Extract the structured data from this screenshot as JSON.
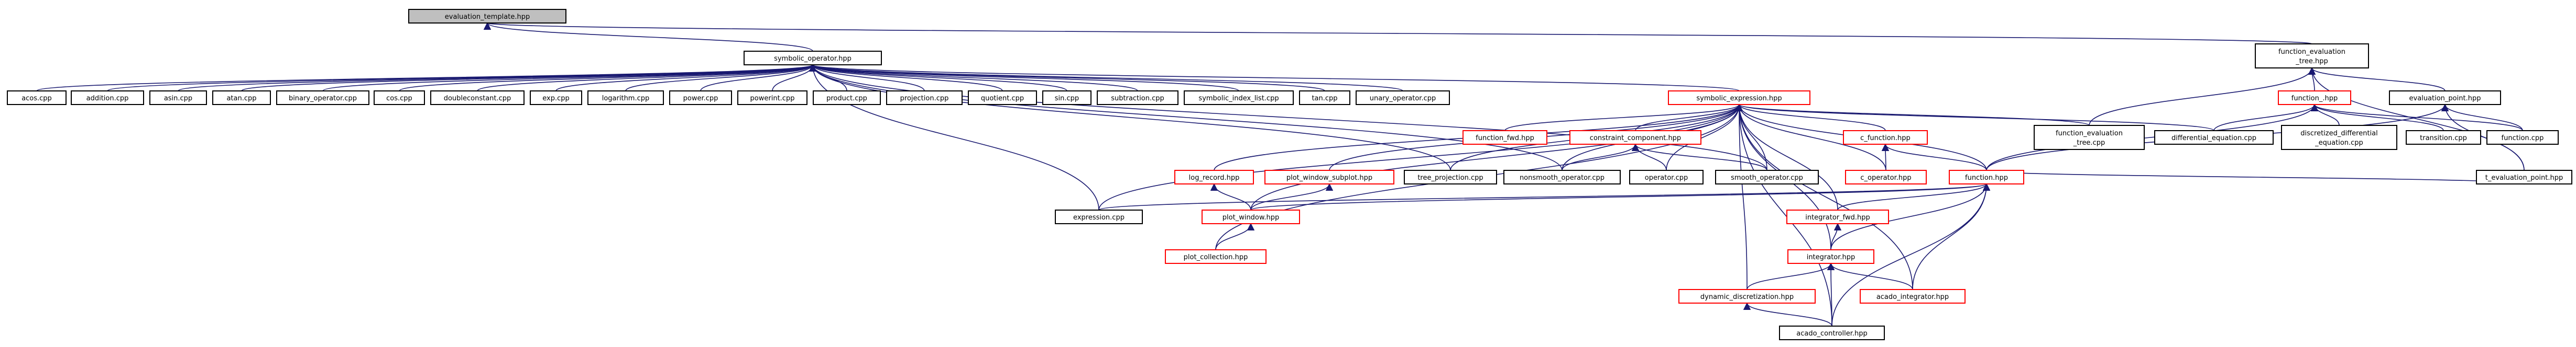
{
  "graph": {
    "nodes": [
      {
        "id": "evaluation_template",
        "lines": [
          "evaluation_template.hpp"
        ],
        "style": "root",
        "interactable": false
      },
      {
        "id": "symbolic_operator",
        "lines": [
          "symbolic_operator.hpp"
        ],
        "style": "black",
        "interactable": true
      },
      {
        "id": "function_evaluation_tree_hpp",
        "lines": [
          "function_evaluation",
          "_tree.hpp"
        ],
        "style": "black",
        "interactable": true
      },
      {
        "id": "acos",
        "lines": [
          "acos.cpp"
        ],
        "style": "black",
        "interactable": true
      },
      {
        "id": "addition",
        "lines": [
          "addition.cpp"
        ],
        "style": "black",
        "interactable": true
      },
      {
        "id": "asin",
        "lines": [
          "asin.cpp"
        ],
        "style": "black",
        "interactable": true
      },
      {
        "id": "atan",
        "lines": [
          "atan.cpp"
        ],
        "style": "black",
        "interactable": true
      },
      {
        "id": "binary_operator",
        "lines": [
          "binary_operator.cpp"
        ],
        "style": "black",
        "interactable": true
      },
      {
        "id": "cos",
        "lines": [
          "cos.cpp"
        ],
        "style": "black",
        "interactable": true
      },
      {
        "id": "doubleconstant",
        "lines": [
          "doubleconstant.cpp"
        ],
        "style": "black",
        "interactable": true
      },
      {
        "id": "exp",
        "lines": [
          "exp.cpp"
        ],
        "style": "black",
        "interactable": true
      },
      {
        "id": "logarithm",
        "lines": [
          "logarithm.cpp"
        ],
        "style": "black",
        "interactable": true
      },
      {
        "id": "power",
        "lines": [
          "power.cpp"
        ],
        "style": "black",
        "interactable": true
      },
      {
        "id": "powerint",
        "lines": [
          "powerint.cpp"
        ],
        "style": "black",
        "interactable": true
      },
      {
        "id": "product",
        "lines": [
          "product.cpp"
        ],
        "style": "black",
        "interactable": true
      },
      {
        "id": "projection",
        "lines": [
          "projection.cpp"
        ],
        "style": "black",
        "interactable": true
      },
      {
        "id": "quotient",
        "lines": [
          "quotient.cpp"
        ],
        "style": "black",
        "interactable": true
      },
      {
        "id": "sin",
        "lines": [
          "sin.cpp"
        ],
        "style": "black",
        "interactable": true
      },
      {
        "id": "subtraction",
        "lines": [
          "subtraction.cpp"
        ],
        "style": "black",
        "interactable": true
      },
      {
        "id": "symbolic_index_list",
        "lines": [
          "symbolic_index_list.cpp"
        ],
        "style": "black",
        "interactable": true
      },
      {
        "id": "tan",
        "lines": [
          "tan.cpp"
        ],
        "style": "black",
        "interactable": true
      },
      {
        "id": "unary_operator",
        "lines": [
          "unary_operator.cpp"
        ],
        "style": "black",
        "interactable": true
      },
      {
        "id": "symbolic_expression",
        "lines": [
          "symbolic_expression.hpp"
        ],
        "style": "red",
        "interactable": true
      },
      {
        "id": "function_hpp_top",
        "lines": [
          "function_.hpp"
        ],
        "style": "red",
        "interactable": true
      },
      {
        "id": "evaluation_point",
        "lines": [
          "evaluation_point.hpp"
        ],
        "style": "black",
        "interactable": true
      },
      {
        "id": "function_fwd",
        "lines": [
          "function_fwd.hpp"
        ],
        "style": "red",
        "interactable": true
      },
      {
        "id": "constraint_component",
        "lines": [
          "constraint_component.hpp"
        ],
        "style": "red",
        "interactable": true
      },
      {
        "id": "c_function",
        "lines": [
          "c_function.hpp"
        ],
        "style": "red",
        "interactable": true
      },
      {
        "id": "function_evaluation_tree_cpp",
        "lines": [
          "function_evaluation",
          "_tree.cpp"
        ],
        "style": "black",
        "interactable": true
      },
      {
        "id": "differential_equation",
        "lines": [
          "differential_equation.cpp"
        ],
        "style": "black",
        "interactable": true
      },
      {
        "id": "discretized_differential",
        "lines": [
          "discretized_differential",
          "_equation.cpp"
        ],
        "style": "black",
        "interactable": true
      },
      {
        "id": "transition",
        "lines": [
          "transition.cpp"
        ],
        "style": "black",
        "interactable": true
      },
      {
        "id": "function_cpp",
        "lines": [
          "function.cpp"
        ],
        "style": "black",
        "interactable": true
      },
      {
        "id": "t_evaluation_point",
        "lines": [
          "t_evaluation_point.hpp"
        ],
        "style": "black",
        "interactable": true
      },
      {
        "id": "log_record",
        "lines": [
          "log_record.hpp"
        ],
        "style": "red",
        "interactable": true
      },
      {
        "id": "plot_window_subplot",
        "lines": [
          "plot_window_subplot.hpp"
        ],
        "style": "red",
        "interactable": true
      },
      {
        "id": "tree_projection",
        "lines": [
          "tree_projection.cpp"
        ],
        "style": "black",
        "interactable": true
      },
      {
        "id": "nonsmooth_operator",
        "lines": [
          "nonsmooth_operator.cpp"
        ],
        "style": "black",
        "interactable": true
      },
      {
        "id": "operator_cpp",
        "lines": [
          "operator.cpp"
        ],
        "style": "black",
        "interactable": true
      },
      {
        "id": "smooth_operator",
        "lines": [
          "smooth_operator.cpp"
        ],
        "style": "black",
        "interactable": true
      },
      {
        "id": "c_operator",
        "lines": [
          "c_operator.hpp"
        ],
        "style": "red",
        "interactable": true
      },
      {
        "id": "function_hpp",
        "lines": [
          "function.hpp"
        ],
        "style": "red",
        "interactable": true
      },
      {
        "id": "expression_cpp",
        "lines": [
          "expression.cpp"
        ],
        "style": "black",
        "interactable": true
      },
      {
        "id": "plot_window",
        "lines": [
          "plot_window.hpp"
        ],
        "style": "red",
        "interactable": true
      },
      {
        "id": "integrator_fwd",
        "lines": [
          "integrator_fwd.hpp"
        ],
        "style": "red",
        "interactable": true
      },
      {
        "id": "plot_collection",
        "lines": [
          "plot_collection.hpp"
        ],
        "style": "red",
        "interactable": true
      },
      {
        "id": "integrator",
        "lines": [
          "integrator.hpp"
        ],
        "style": "red",
        "interactable": true
      },
      {
        "id": "dynamic_discretization",
        "lines": [
          "dynamic_discretization.hpp"
        ],
        "style": "red",
        "interactable": true
      },
      {
        "id": "acado_integrator",
        "lines": [
          "acado_integrator.hpp"
        ],
        "style": "red",
        "interactable": true
      },
      {
        "id": "acado_controller",
        "lines": [
          "acado_controller.hpp"
        ],
        "style": "black",
        "interactable": true
      }
    ],
    "edges": [
      [
        "evaluation_template",
        "symbolic_operator"
      ],
      [
        "evaluation_template",
        "function_evaluation_tree_hpp"
      ],
      [
        "symbolic_operator",
        "acos"
      ],
      [
        "symbolic_operator",
        "addition"
      ],
      [
        "symbolic_operator",
        "asin"
      ],
      [
        "symbolic_operator",
        "atan"
      ],
      [
        "symbolic_operator",
        "binary_operator"
      ],
      [
        "symbolic_operator",
        "cos"
      ],
      [
        "symbolic_operator",
        "doubleconstant"
      ],
      [
        "symbolic_operator",
        "exp"
      ],
      [
        "symbolic_operator",
        "logarithm"
      ],
      [
        "symbolic_operator",
        "power"
      ],
      [
        "symbolic_operator",
        "powerint"
      ],
      [
        "symbolic_operator",
        "product"
      ],
      [
        "symbolic_operator",
        "projection"
      ],
      [
        "symbolic_operator",
        "quotient"
      ],
      [
        "symbolic_operator",
        "sin"
      ],
      [
        "symbolic_operator",
        "subtraction"
      ],
      [
        "symbolic_operator",
        "symbolic_index_list"
      ],
      [
        "symbolic_operator",
        "tan"
      ],
      [
        "symbolic_operator",
        "unary_operator"
      ],
      [
        "symbolic_operator",
        "symbolic_expression"
      ],
      [
        "symbolic_operator",
        "expression_cpp"
      ],
      [
        "symbolic_operator",
        "tree_projection"
      ],
      [
        "symbolic_operator",
        "nonsmooth_operator"
      ],
      [
        "symbolic_operator",
        "smooth_operator"
      ],
      [
        "function_evaluation_tree_hpp",
        "function_hpp_top"
      ],
      [
        "function_evaluation_tree_hpp",
        "evaluation_point"
      ],
      [
        "function_evaluation_tree_hpp",
        "function_evaluation_tree_cpp"
      ],
      [
        "function_evaluation_tree_hpp",
        "t_evaluation_point"
      ],
      [
        "symbolic_expression",
        "function_fwd"
      ],
      [
        "symbolic_expression",
        "constraint_component"
      ],
      [
        "symbolic_expression",
        "c_function"
      ],
      [
        "symbolic_expression",
        "function_evaluation_tree_cpp"
      ],
      [
        "symbolic_expression",
        "differential_equation"
      ],
      [
        "symbolic_expression",
        "log_record"
      ],
      [
        "symbolic_expression",
        "plot_window_subplot"
      ],
      [
        "symbolic_expression",
        "tree_projection"
      ],
      [
        "symbolic_expression",
        "nonsmooth_operator"
      ],
      [
        "symbolic_expression",
        "operator_cpp"
      ],
      [
        "symbolic_expression",
        "smooth_operator"
      ],
      [
        "symbolic_expression",
        "c_operator"
      ],
      [
        "symbolic_expression",
        "function_hpp"
      ],
      [
        "symbolic_expression",
        "expression_cpp"
      ],
      [
        "symbolic_expression",
        "plot_window"
      ],
      [
        "symbolic_expression",
        "plot_collection"
      ],
      [
        "symbolic_expression",
        "integrator_fwd"
      ],
      [
        "symbolic_expression",
        "integrator"
      ],
      [
        "symbolic_expression",
        "dynamic_discretization"
      ],
      [
        "symbolic_expression",
        "acado_integrator"
      ],
      [
        "symbolic_expression",
        "acado_controller"
      ],
      [
        "function_hpp_top",
        "differential_equation"
      ],
      [
        "function_hpp_top",
        "discretized_differential"
      ],
      [
        "function_hpp_top",
        "transition"
      ],
      [
        "function_hpp_top",
        "function_cpp"
      ],
      [
        "function_hpp_top",
        "function_hpp"
      ],
      [
        "evaluation_point",
        "function_cpp"
      ],
      [
        "evaluation_point",
        "t_evaluation_point"
      ],
      [
        "evaluation_point",
        "function_hpp"
      ],
      [
        "t_evaluation_point",
        "function_hpp"
      ],
      [
        "constraint_component",
        "nonsmooth_operator"
      ],
      [
        "constraint_component",
        "operator_cpp"
      ],
      [
        "constraint_component",
        "smooth_operator"
      ],
      [
        "c_function",
        "c_operator"
      ],
      [
        "c_function",
        "function_hpp"
      ],
      [
        "log_record",
        "plot_window"
      ],
      [
        "plot_window_subplot",
        "plot_window"
      ],
      [
        "plot_window",
        "plot_collection"
      ],
      [
        "function_hpp",
        "plot_window"
      ],
      [
        "function_hpp",
        "expression_cpp"
      ],
      [
        "function_hpp",
        "integrator_fwd"
      ],
      [
        "function_hpp",
        "integrator"
      ],
      [
        "function_hpp",
        "acado_integrator"
      ],
      [
        "function_hpp",
        "acado_controller"
      ],
      [
        "integrator_fwd",
        "integrator"
      ],
      [
        "integrator",
        "dynamic_discretization"
      ],
      [
        "integrator",
        "acado_integrator"
      ],
      [
        "integrator",
        "acado_controller"
      ],
      [
        "dynamic_discretization",
        "acado_controller"
      ]
    ]
  }
}
